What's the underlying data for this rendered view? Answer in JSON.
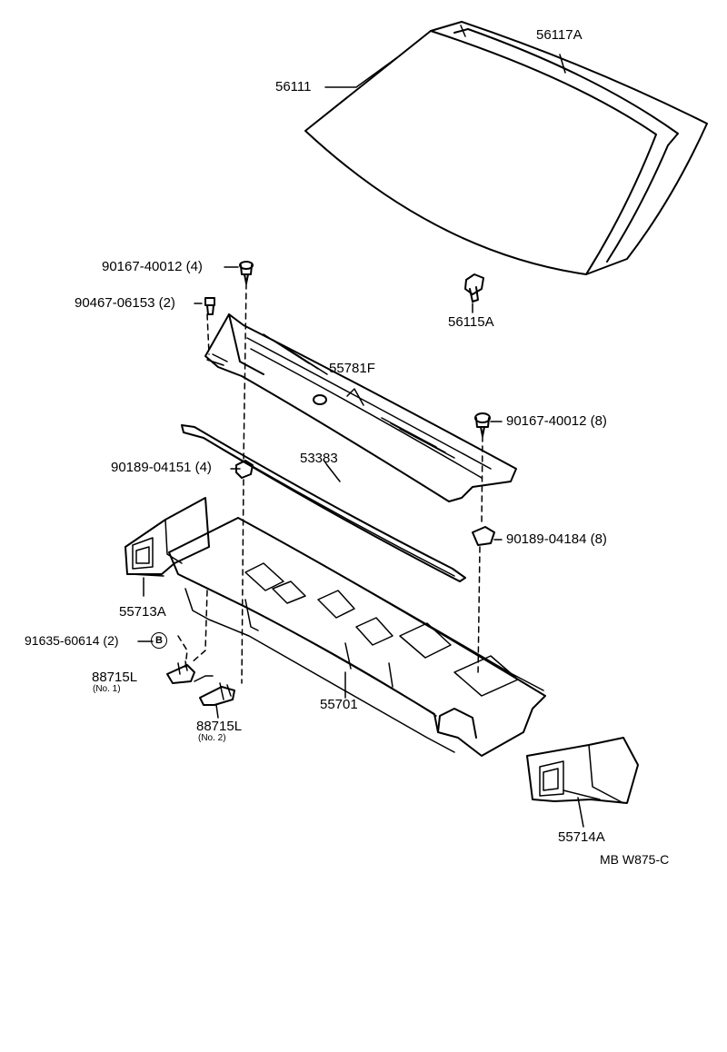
{
  "parts": {
    "windshield": "56111",
    "windshield_molding": "56117A",
    "molding_clip": "56115A",
    "cowl_top_vent_louver": "55781F",
    "louver_seal": "53383",
    "cowl_panel": "55701",
    "side_bracket_left": "55713A",
    "side_bracket_right": "55714A",
    "clamp_no1": "88715L",
    "clamp_no1_sub": "(No. 1)",
    "clamp_no2": "88715L",
    "clamp_no2_sub": "(No. 2)"
  },
  "fasteners": {
    "screw_top": "90167-40012 (4)",
    "clip_top": "90467-06153 (2)",
    "screw_right": "90167-40012 (8)",
    "nut_left": "90189-04151 (4)",
    "nut_right": "90189-04184 (8)",
    "bolt_b": "91635-60614 (2)",
    "bolt_badge": "B"
  },
  "footer": {
    "diagram_code": "MB W875-C"
  }
}
